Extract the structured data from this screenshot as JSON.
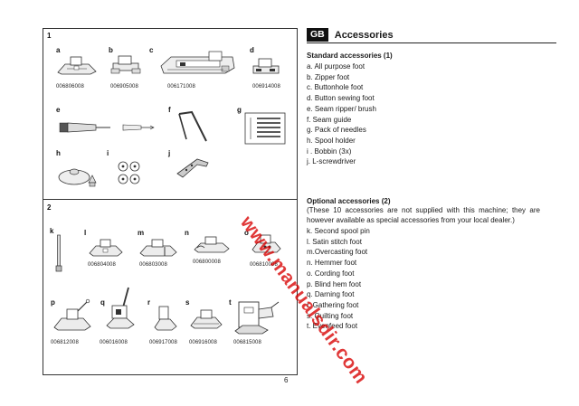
{
  "figure": {
    "section1_number": "1",
    "section2_number": "2",
    "items1": [
      {
        "letter": "a",
        "code": "006806008"
      },
      {
        "letter": "b",
        "code": "006905008"
      },
      {
        "letter": "c",
        "code": "006171008"
      },
      {
        "letter": "d",
        "code": "006914008"
      },
      {
        "letter": "e",
        "code": ""
      },
      {
        "letter": "f",
        "code": ""
      },
      {
        "letter": "g",
        "code": ""
      },
      {
        "letter": "h",
        "code": ""
      },
      {
        "letter": "i",
        "code": ""
      },
      {
        "letter": "j",
        "code": ""
      }
    ],
    "items2": [
      {
        "letter": "k",
        "code": ""
      },
      {
        "letter": "l",
        "code": "006804008"
      },
      {
        "letter": "m",
        "code": "006803008"
      },
      {
        "letter": "n",
        "code": "006800008"
      },
      {
        "letter": "o",
        "code": "006810008"
      },
      {
        "letter": "p",
        "code": "006812008"
      },
      {
        "letter": "q",
        "code": "006016008"
      },
      {
        "letter": "r",
        "code": "006917008"
      },
      {
        "letter": "s",
        "code": "006916008"
      },
      {
        "letter": "t",
        "code": "006815008"
      }
    ]
  },
  "page_number": "6",
  "header": {
    "badge": "GB",
    "title": "Accessories"
  },
  "standard": {
    "title": "Standard accessories (1)",
    "items": [
      "a. All purpose foot",
      "b. Zipper foot",
      "c. Buttonhole foot",
      "d. Button sewing foot",
      "e. Seam ripper/ brush",
      "f. Seam guide",
      "g. Pack of needles",
      "h. Spool holder",
      "i . Bobbin (3x)",
      "j. L-screwdriver"
    ]
  },
  "optional": {
    "title": "Optional  accessories (2)",
    "note": "(These 10 accessories are not supplied with this machine; they are however available as special accessories from your local dealer.)",
    "items": [
      "k. Second spool pin",
      "l. Satin stitch foot",
      "m.Overcasting foot",
      "n. Hemmer foot",
      "o. Cording foot",
      "p. Blind hem foot",
      "q. Darning foot",
      "r. Gathering foot",
      "s. Quilting foot",
      "t. Evenfeed foot"
    ]
  },
  "watermark": {
    "text": "www.manualsdir.com",
    "color": "#d40000"
  }
}
